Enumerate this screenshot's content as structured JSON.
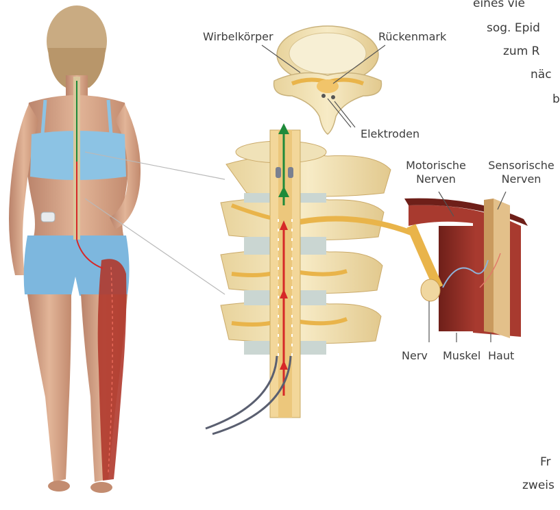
{
  "labels": {
    "vertebral_body": "Wirbelkörper",
    "spinal_cord": "Rückenmark",
    "electrodes": "Elektroden",
    "motor_nerves_1": "Motorische",
    "motor_nerves_2": "Nerven",
    "sensory_nerves_1": "Sensorische",
    "sensory_nerves_2": "Nerven",
    "nerve": "Nerv",
    "muscle": "Muskel",
    "skin": "Haut"
  },
  "text_fragments": {
    "line1": "eines vie",
    "line2": "sog. Epid",
    "line3": "zum R",
    "line4": "näc",
    "line5": "b",
    "bottom1": "Fr",
    "bottom2": "zweis"
  },
  "colors": {
    "bone": "#f3e3b4",
    "bone_shadow": "#d9c28a",
    "disc": "#c9d3cf",
    "nerve": "#e9b44a",
    "muscle": "#8e2d24",
    "skin_tone": "#d9a98a",
    "clothing": "#7fb8dc",
    "signal_up": "#1f8a3a",
    "signal_down": "#d62828",
    "lead_wire": "#5a5f70",
    "pointer": "#555555"
  }
}
